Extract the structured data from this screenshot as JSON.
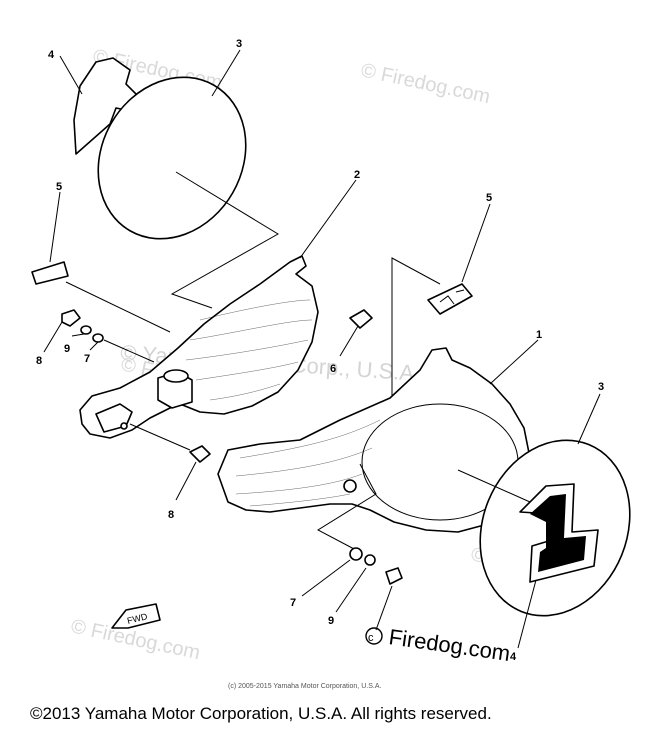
{
  "callouts": {
    "left_4": "4",
    "left_3": "3",
    "left_5": "5",
    "left_8": "8",
    "left_9": "9",
    "left_7": "7",
    "mid_2": "2",
    "mid_6": "6",
    "lower_8": "8",
    "right_5": "5",
    "right_1": "1",
    "right_3": "3",
    "right_7": "7",
    "right_9": "9",
    "right_4": "4"
  },
  "emblem_number": "1",
  "fwd_marker": "FWD",
  "watermarks": {
    "top_right": "© Firedog.com",
    "top_left": "© Firedog.com",
    "center": "© Yamaha Motor Corp., U.S.A.",
    "center_left": "© Firedog.com",
    "bottom_left": "© Firedog.com",
    "bottom_right": "© Firedog.com"
  },
  "inline_copyright": "(c) 2005-2015 Yamaha Motor Corporation, U.S.A.",
  "brand_mark": "Firedog.com",
  "footer": "©2013 Yamaha Motor Corporation, U.S.A. All rights reserved."
}
